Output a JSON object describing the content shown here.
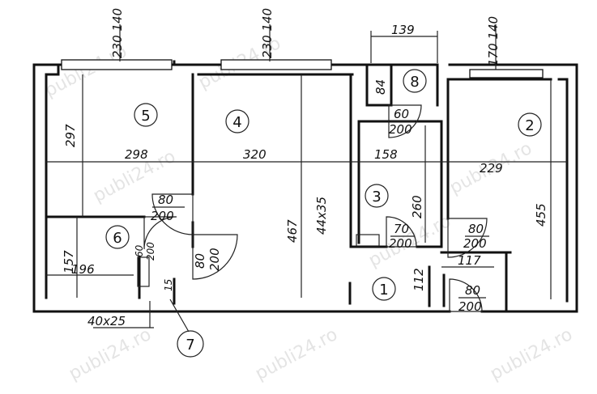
{
  "watermark": "publi24.ro",
  "rooms": [
    {
      "id": "5",
      "label": "5"
    },
    {
      "id": "4",
      "label": "4"
    },
    {
      "id": "8",
      "label": "8"
    },
    {
      "id": "2",
      "label": "2"
    },
    {
      "id": "3",
      "label": "3"
    },
    {
      "id": "6",
      "label": "6"
    },
    {
      "id": "1",
      "label": "1"
    },
    {
      "id": "7",
      "label": "7"
    }
  ],
  "dimensions": {
    "window_5": "230\n140",
    "window_4": "230\n140",
    "window_2": "170\n140",
    "w_139": "139",
    "h_84": "84",
    "h_297": "297",
    "w_298": "298",
    "w_320": "320",
    "w_158": "158",
    "w_229": "229",
    "h_467": "467",
    "h_455": "455",
    "h_260": "260",
    "h_157": "157",
    "w_196": "196",
    "w_117": "117",
    "h_112": "112",
    "h_15": "15",
    "duct_44x35": "44x35",
    "duct_40x25": "40x25"
  },
  "doors": {
    "d_8": {
      "w": "60",
      "h": "200"
    },
    "d_5": {
      "w": "80",
      "h": "200"
    },
    "d_6": {
      "w": "60",
      "h": "200"
    },
    "d_main4": {
      "w": "80",
      "h": "200"
    },
    "d_3": {
      "w": "70",
      "h": "200"
    },
    "d_2": {
      "w": "80",
      "h": "200"
    },
    "d_entry": {
      "w": "80",
      "h": "200"
    }
  }
}
